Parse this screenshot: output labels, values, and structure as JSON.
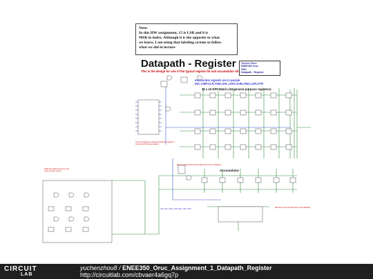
{
  "note": {
    "title": "Note:",
    "line1": "In this HW assignment, 15 is LSB and 0 is",
    "line2": "MSB in index. Although it is the opposite to what",
    "line3": "we know, I am using that labeling system to follow",
    "line4": "what we did in lecture"
  },
  "diagram": {
    "title": "Datapath - Register",
    "subtitle": "This is the design for one of the typical register bit and accumulator bit",
    "author_lines": [
      "Yuchen Zhou",
      "ENEE350 Oruc",
      "HW1",
      "Datapath - Register"
    ],
    "instruction_title": "Instruction signals are in purple",
    "instruction_list": "INC,CMP,CLR,AND,SHL,ADD,SUB,AND,LDR,STR",
    "matrix_label": "15 x 16 DFF Matrix (16 general purpose registers)",
    "accumulator_label": "Accumulator"
  },
  "footer": {
    "logo_top": "CIRCUIT",
    "logo_bottom": "LAB",
    "user": "yuchenzhou8",
    "separator": " / ",
    "project": "ENEE350_Oruc_Assignment_1_Datapath_Register",
    "url": "http://circuitlab.com/cbvaer4a6gq7p"
  },
  "colors": {
    "wire_green": "#2e8b3a",
    "wire_blue": "#3a55d0",
    "annot_red": "#cc0000",
    "footer_bg": "#1f1f1f"
  }
}
